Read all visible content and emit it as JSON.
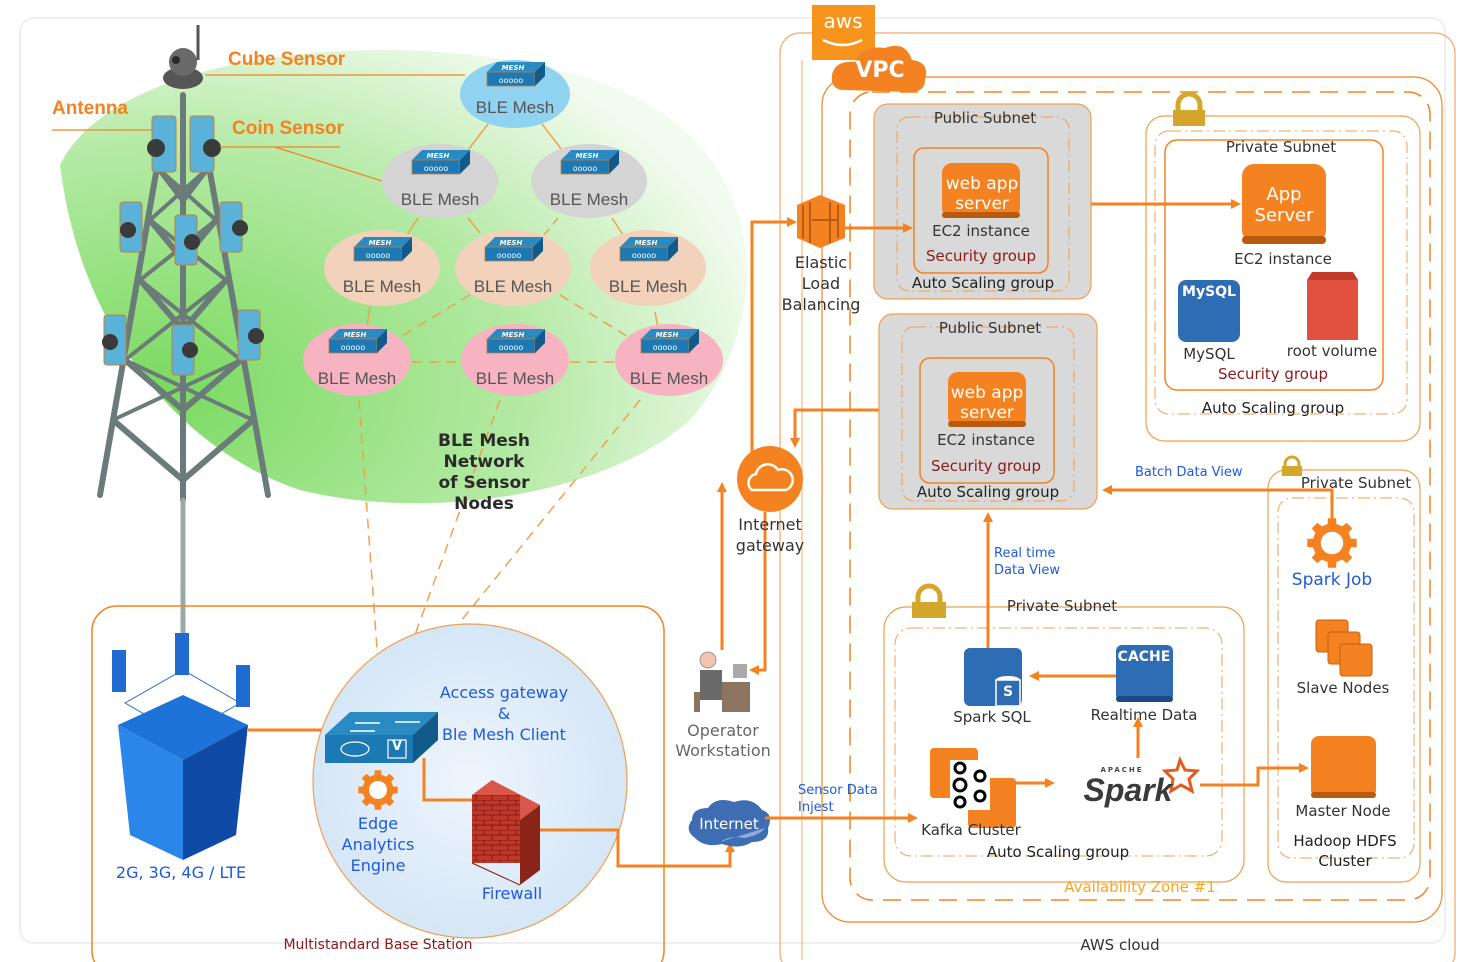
{
  "colors": {
    "accent_orange": "#f58220",
    "aws_orange": "#f7941d",
    "mesh_blue": "#8fd3f0",
    "mesh_gray": "#d4d4d4",
    "mesh_peach": "#f2d2ba",
    "mesh_pink": "#f7b3c2",
    "green_field": "#8fe07a",
    "text_blue": "#1f5bd8",
    "text_red": "#8b1a1a",
    "db_blue": "#2e6db4",
    "volume_red": "#e0513f"
  },
  "tower": {
    "cube_sensor": "Cube Sensor",
    "antenna": "Antenna",
    "coin_sensor": "Coin Sensor"
  },
  "ble_mesh": {
    "node_label": "BLE Mesh",
    "device_label": "MESH",
    "network_title": [
      "BLE Mesh",
      "Network",
      "of Sensor",
      "Nodes"
    ]
  },
  "base_station": {
    "title": "Multistandard Base Station",
    "cell_label": "2G, 3G, 4G / LTE",
    "gateway_label": [
      "Access gateway",
      "&",
      "Ble Mesh Client"
    ],
    "edge_label": [
      "Edge",
      "Analytics",
      "Engine"
    ],
    "firewall_label": "Firewall",
    "switch_badge": "V"
  },
  "middle": {
    "internet": "Internet",
    "operator": [
      "Operator",
      "Workstation"
    ],
    "internet_gateway": [
      "Internet",
      "gateway"
    ],
    "elb": [
      "Elastic",
      "Load",
      "Balancing"
    ],
    "sensor_ingest": [
      "Sensor Data",
      "Injest"
    ]
  },
  "aws": {
    "logo": "aws",
    "vpc": "VPC",
    "cloud_label": "AWS cloud",
    "availability_zone": "Availability Zone #1",
    "public_subnet_1": {
      "title": "Public Subnet",
      "server": [
        "web app",
        "server"
      ],
      "instance": "EC2 instance",
      "security": "Security group",
      "asg": "Auto Scaling group"
    },
    "public_subnet_2": {
      "title": "Public Subnet",
      "server": [
        "web app",
        "server"
      ],
      "instance": "EC2 instance",
      "security": "Security group",
      "asg": "Auto Scaling group"
    },
    "private_subnet_app": {
      "title": "Private Subnet",
      "server": [
        "App",
        "Server"
      ],
      "instance": "EC2 instance",
      "mysql_badge": "MySQL",
      "mysql": "MySQL",
      "root_volume": "root volume",
      "security": "Security group",
      "asg": "Auto Scaling group"
    },
    "private_subnet_stream": {
      "title": "Private Subnet",
      "spark_sql": "Spark SQL",
      "cache_badge": "CACHE",
      "realtime": "Realtime Data",
      "kafka": "Kafka Cluster",
      "spark_small": "APACHE",
      "spark": "Spark",
      "asg": "Auto Scaling group",
      "sql_badge": "S"
    },
    "private_subnet_hadoop": {
      "title": "Private Subnet",
      "spark_job": "Spark Job",
      "slave_nodes": "Slave Nodes",
      "master_node": "Master Node",
      "hdfs": [
        "Hadoop HDFS",
        "Cluster"
      ]
    },
    "flows": {
      "batch_view": "Batch Data View",
      "realtime_view": [
        "Real time",
        "Data View"
      ]
    }
  }
}
